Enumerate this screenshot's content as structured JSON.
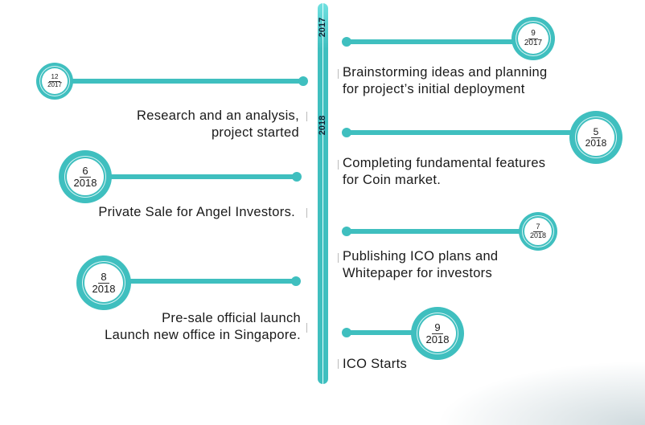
{
  "years": [
    "2017",
    "2018"
  ],
  "events": [
    {
      "month": "12",
      "year": "2017",
      "text": [
        "Research and an analysis,",
        "project started"
      ]
    },
    {
      "month": "9",
      "year": "2017",
      "text": [
        "Brainstorming ideas and planning",
        "for project’s initial deployment"
      ]
    },
    {
      "month": "5",
      "year": "2018",
      "text": [
        "Completing fundamental features",
        "for Coin market."
      ]
    },
    {
      "month": "6",
      "year": "2018",
      "text": [
        "Private Sale for Angel Investors."
      ]
    },
    {
      "month": "7",
      "year": "2018",
      "text": [
        "Publishing ICO plans and",
        "Whitepaper for investors"
      ]
    },
    {
      "month": "8",
      "year": "2018",
      "text": [
        "Pre-sale official launch",
        "Launch new office in Singapore."
      ]
    },
    {
      "month": "9",
      "year": "2018",
      "text": [
        "ICO Starts"
      ]
    }
  ],
  "colors": {
    "accent": "#3fbfbf"
  }
}
